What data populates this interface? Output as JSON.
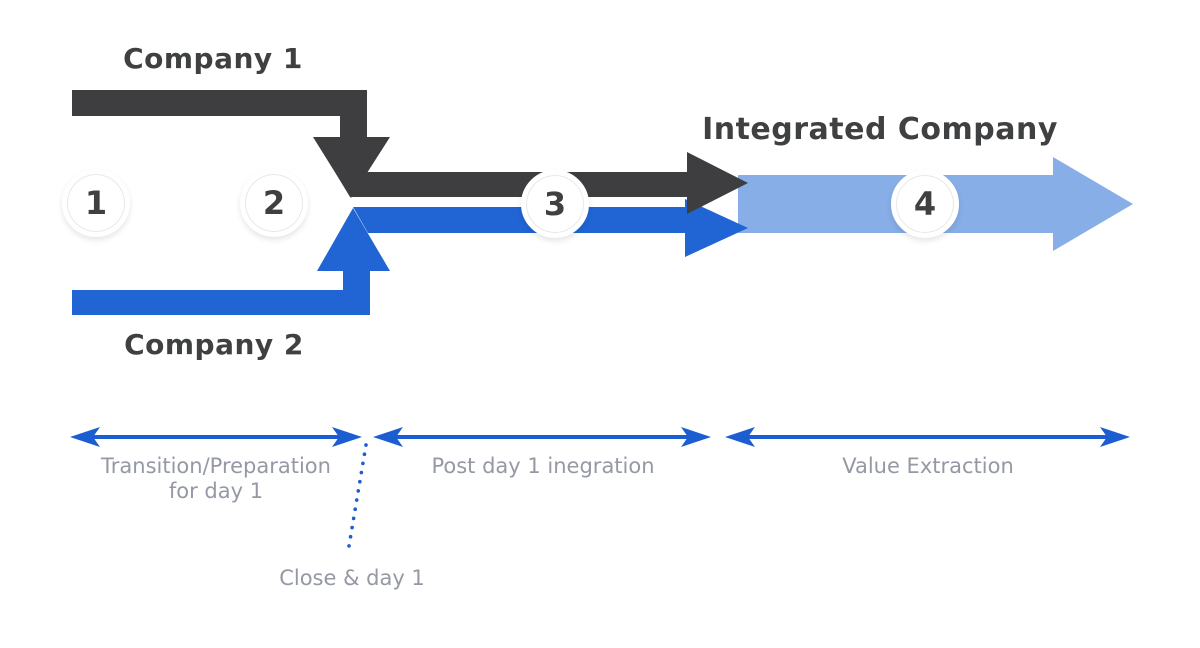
{
  "labels": {
    "company1": "Company 1",
    "company2": "Company 2",
    "integrated": "Integrated Company",
    "phase1_line1": "Transition/Preparation",
    "phase1_line2": "for day 1",
    "phase2": "Post day 1 inegration",
    "phase3": "Value Extraction",
    "milestone": "Close & day 1"
  },
  "steps": [
    "1",
    "2",
    "3",
    "4"
  ],
  "colors": {
    "company1_arrow": "#3e3e40",
    "company2_arrow": "#2065d3",
    "integrated_arrow": "#87aee7",
    "timeline_arrow": "#1a5ed1",
    "phase_text": "#9499a4",
    "heading_text": "#3f4041",
    "background": "#ffffff"
  }
}
